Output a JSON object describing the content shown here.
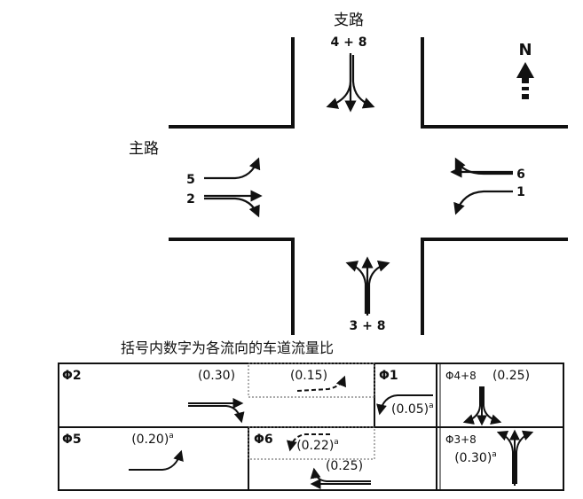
{
  "intersection": {
    "minor_road_label": "支路",
    "major_road_label": "主路",
    "north_label": "N",
    "approaches": {
      "north_movements": "4 + 8",
      "south_movements": "3 + 8",
      "west_top": "5",
      "west_bottom": "2",
      "east_top": "6",
      "east_bottom": "1"
    }
  },
  "phase_table": {
    "caption": "括号内数字为各流向的车道流量比",
    "cells": {
      "phi2": {
        "label": "Φ2",
        "ratio_through": "(0.30)",
        "ratio_dashed": "(0.15)"
      },
      "phi1": {
        "label": "Φ1",
        "ratio": "(0.05)",
        "sup": "a"
      },
      "phi48": {
        "label": "Φ4+8",
        "ratio": "(0.25)"
      },
      "phi5": {
        "label": "Φ5",
        "ratio": "(0.20)",
        "sup": "a"
      },
      "phi6": {
        "label": "Φ6",
        "ratio_dashed": "(0.22)",
        "sup": "a",
        "ratio_through": "(0.25)"
      },
      "phi38": {
        "label": "Φ3+8",
        "ratio": "(0.30)",
        "sup": "a"
      }
    }
  },
  "colors": {
    "ink": "#111111",
    "dotted_border": "#777777"
  }
}
